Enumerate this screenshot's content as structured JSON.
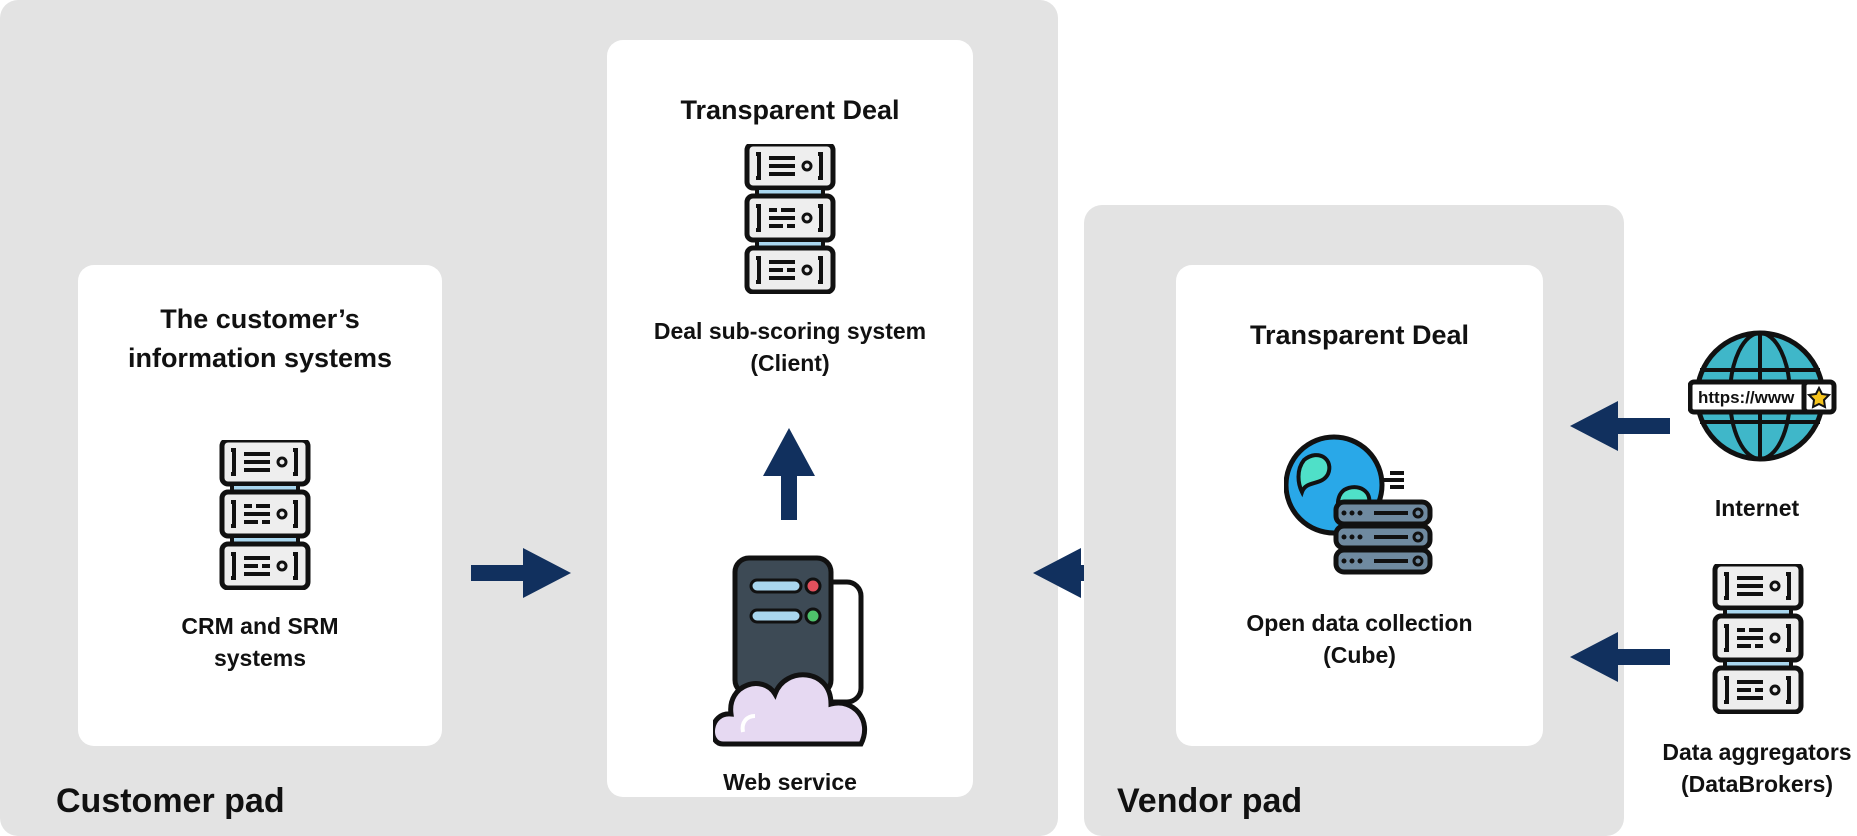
{
  "customer_pad": {
    "label": "Customer pad",
    "info_systems": {
      "title_line1": "The customer’s",
      "title_line2": "information systems",
      "label_line1": "CRM and SRM",
      "label_line2": "systems"
    },
    "transparent_deal": {
      "title": "Transparent Deal",
      "client_line1": "Deal sub-scoring system",
      "client_line2": "(Client)",
      "web_service": "Web service"
    }
  },
  "vendor_pad": {
    "label": "Vendor pad",
    "transparent_deal": {
      "title": "Transparent Deal",
      "label_line1": "Open data collection",
      "label_line2": "(Cube)"
    }
  },
  "sources": {
    "internet": {
      "label": "Internet",
      "url_text": "https://www"
    },
    "aggregators": {
      "label_line1": "Data aggregators",
      "label_line2": "(DataBrokers)"
    }
  },
  "colors": {
    "arrow": "#11305e",
    "pad": "#e3e3e3",
    "rack_light": "#a9d6ee",
    "globe": "#3fb7c9",
    "cloud": "#e6d9f2"
  }
}
